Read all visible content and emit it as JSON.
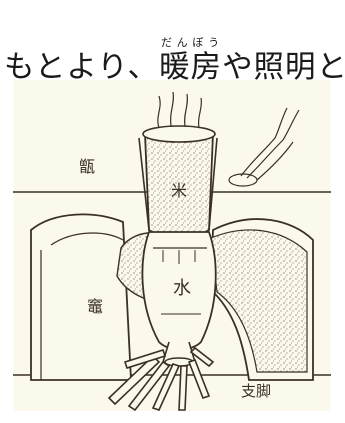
{
  "text": {
    "before": "もとより、",
    "ruby_base": "暖房",
    "ruby_reading": "だんぼう",
    "after": "や照明と"
  },
  "illustration": {
    "labels": {
      "top_left": "甑",
      "upper_vessel": "米",
      "lower_vessel": "水",
      "left_body": "竈",
      "bottom_right": "支脚"
    },
    "colors": {
      "ink": "#3a3124",
      "paper": "#fbf8ec",
      "speckle": "#8e8573"
    }
  }
}
